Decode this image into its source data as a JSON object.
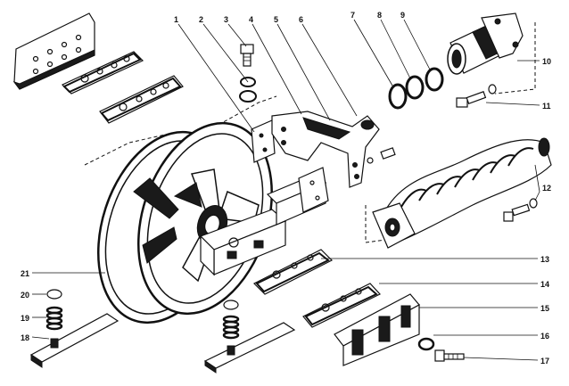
{
  "callouts": [
    {
      "id": "1",
      "label": "1"
    },
    {
      "id": "2",
      "label": "2"
    },
    {
      "id": "3",
      "label": "3"
    },
    {
      "id": "4",
      "label": "4"
    },
    {
      "id": "5",
      "label": "5"
    },
    {
      "id": "6",
      "label": "6"
    },
    {
      "id": "7",
      "label": "7"
    },
    {
      "id": "8",
      "label": "8"
    },
    {
      "id": "9",
      "label": "9"
    },
    {
      "id": "10",
      "label": "10"
    },
    {
      "id": "11",
      "label": "11"
    },
    {
      "id": "12",
      "label": "12"
    },
    {
      "id": "13",
      "label": "13"
    },
    {
      "id": "14",
      "label": "14"
    },
    {
      "id": "15",
      "label": "15"
    },
    {
      "id": "16",
      "label": "16"
    },
    {
      "id": "17",
      "label": "17"
    },
    {
      "id": "18",
      "label": "18"
    },
    {
      "id": "19",
      "label": "19"
    },
    {
      "id": "20",
      "label": "20"
    },
    {
      "id": "21",
      "label": "21"
    }
  ],
  "colors": {
    "ink": "#111111",
    "paper": "#ffffff"
  }
}
